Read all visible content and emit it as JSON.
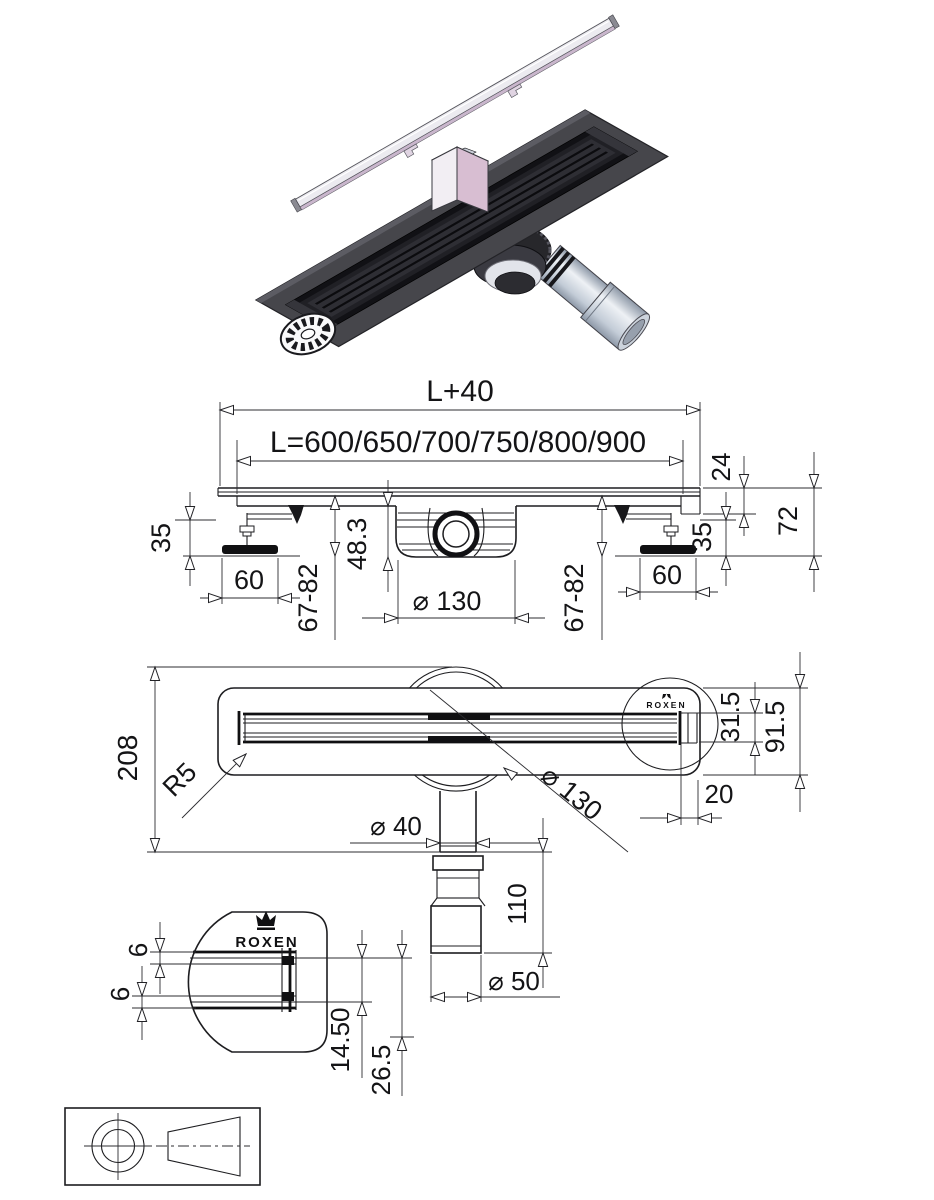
{
  "brand": {
    "logo_text": "ROXEN"
  },
  "front_view": {
    "length_total": "L+40",
    "length_options": "L=600/650/700/750/800/900",
    "edge_height": "24",
    "total_height": "72",
    "foot_height_left": "35",
    "foot_width_left": "60",
    "mount_range_left": "67-82",
    "trap_height": "48.3",
    "trap_diameter": "⌀ 130",
    "foot_height_right": "35",
    "foot_width_right": "60",
    "mount_range_right": "67-82"
  },
  "plan_view": {
    "overall_width": "208",
    "corner_radius": "R5",
    "outlet_diameter": "⌀ 40",
    "trap_diameter": "⌀ 130",
    "slot_width": "31.5",
    "body_width": "91.5",
    "end_offset": "20",
    "outlet_drop": "110",
    "pipe_diameter": "⌀ 50"
  },
  "detail_view": {
    "edge_gap_top": "6",
    "edge_gap_side": "6",
    "inner_depth": "14.50",
    "outer_depth": "26.5"
  }
}
